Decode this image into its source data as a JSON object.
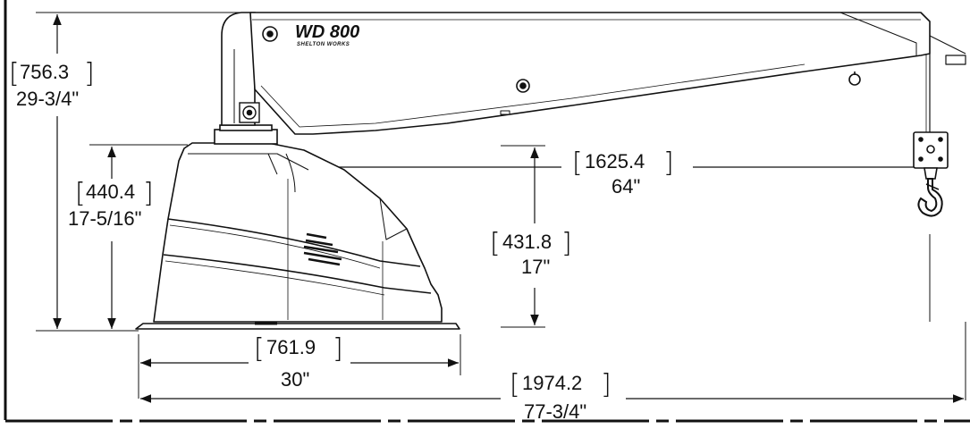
{
  "logo": {
    "model": "WD 800",
    "tagline": "SHELTON WORKS"
  },
  "dimensions": {
    "total_height": {
      "metric": "756.3",
      "imperial": "29-3/4\""
    },
    "base_height": {
      "metric": "440.4",
      "imperial": "17-5/16\""
    },
    "boom_reach": {
      "metric": "1625.4",
      "imperial": "64\""
    },
    "base_body_height": {
      "metric": "431.8",
      "imperial": "17\""
    },
    "base_width": {
      "metric": "761.9",
      "imperial": "30\""
    },
    "overall_length": {
      "metric": "1974.2",
      "imperial": "77-3/4\""
    }
  },
  "colors": {
    "line": "#111111",
    "background": "#ffffff"
  }
}
